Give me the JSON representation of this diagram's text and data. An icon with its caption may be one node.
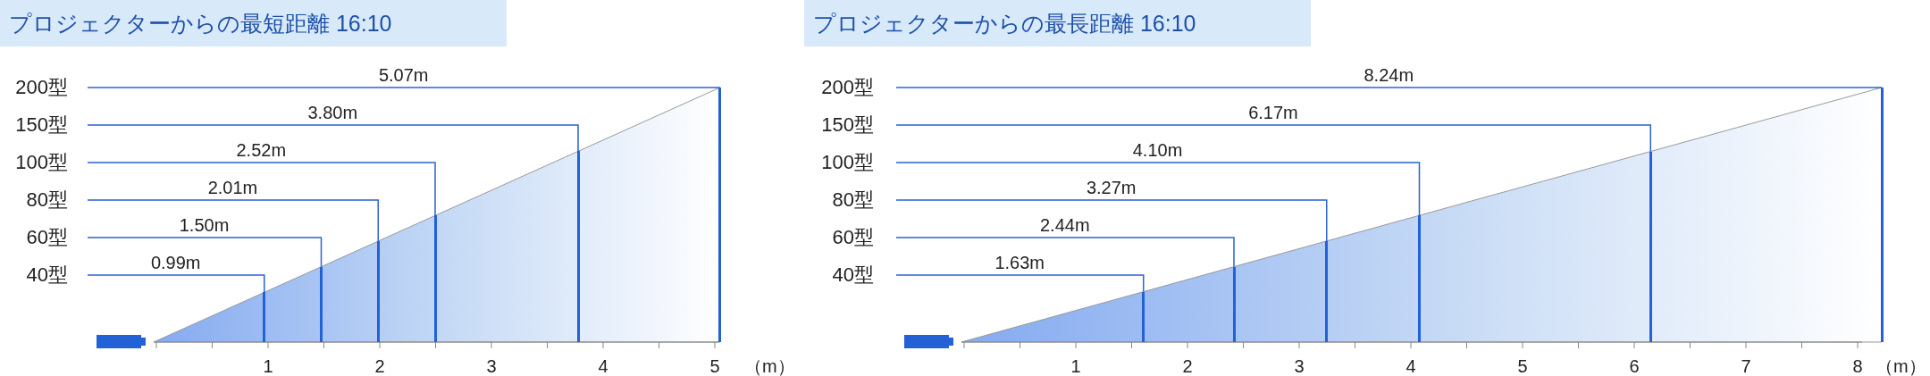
{
  "diagram": {
    "nodes": [
      {
        "text": [
          "200型"
        ]
      },
      {
        "text": [
          "150型"
        ]
      },
      {
        "text": [
          "100型"
        ]
      },
      {
        "text": [
          "80型"
        ]
      },
      {
        "text": [
          "60型"
        ]
      },
      {
        "text": [
          "40型"
        ]
      },
      {
        "text": [],
        "shape": "bar"
      },
      {
        "text": [],
        "shape": "bar"
      },
      {
        "text": [],
        "shape": "bar"
      },
      {
        "text": [],
        "shape": "bar"
      },
      {
        "text": [],
        "shape": "bar"
      },
      {
        "text": [],
        "shape": "bar"
      },
      {
        "text": [
          "200型"
        ]
      },
      {
        "text": [
          "150型"
        ]
      },
      {
        "text": [
          "100型"
        ]
      },
      {
        "text": [
          "80型"
        ]
      },
      {
        "text": [
          "60型"
        ]
      },
      {
        "text": [
          "40型"
        ]
      },
      {
        "text": [],
        "shape": "bar"
      },
      {
        "text": [],
        "shape": "bar"
      },
      {
        "text": [],
        "shape": "bar"
      },
      {
        "text": [],
        "shape": "bar"
      },
      {
        "text": [],
        "shape": "bar"
      },
      {
        "text": [],
        "shape": "bar"
      }
    ],
    "edges": [
      {
        "from": 0,
        "to": 11,
        "arrow": "none",
        "label": "5.07m"
      },
      {
        "from": 1,
        "to": 10,
        "arrow": "none",
        "label": "3.80m"
      },
      {
        "from": 2,
        "to": 9,
        "arrow": "none",
        "label": "2.52m"
      },
      {
        "from": 3,
        "to": 8,
        "arrow": "none",
        "label": "2.01m"
      },
      {
        "from": 4,
        "to": 7,
        "arrow": "none",
        "label": "1.50m"
      },
      {
        "from": 5,
        "to": 6,
        "arrow": "none",
        "label": "0.99m"
      },
      {
        "from": 12,
        "to": 23,
        "arrow": "none",
        "label": "8.24m"
      },
      {
        "from": 13,
        "to": 22,
        "arrow": "none",
        "label": "6.17m"
      },
      {
        "from": 14,
        "to": 21,
        "arrow": "none",
        "label": "4.10m"
      },
      {
        "from": 15,
        "to": 20,
        "arrow": "none",
        "label": "3.27m"
      },
      {
        "from": 16,
        "to": 19,
        "arrow": "none",
        "label": "2.44m"
      },
      {
        "from": 17,
        "to": 18,
        "arrow": "none",
        "label": "1.63m"
      }
    ],
    "labels": [
      "プロジェクターからの最短距離 16:10",
      "1",
      "2",
      "3",
      "4",
      "5",
      "（m）",
      "プロジェクターからの最長距離 16:10",
      "1",
      "2",
      "3",
      "4",
      "5",
      "6",
      "7",
      "8",
      "（m）"
    ]
  }
}
